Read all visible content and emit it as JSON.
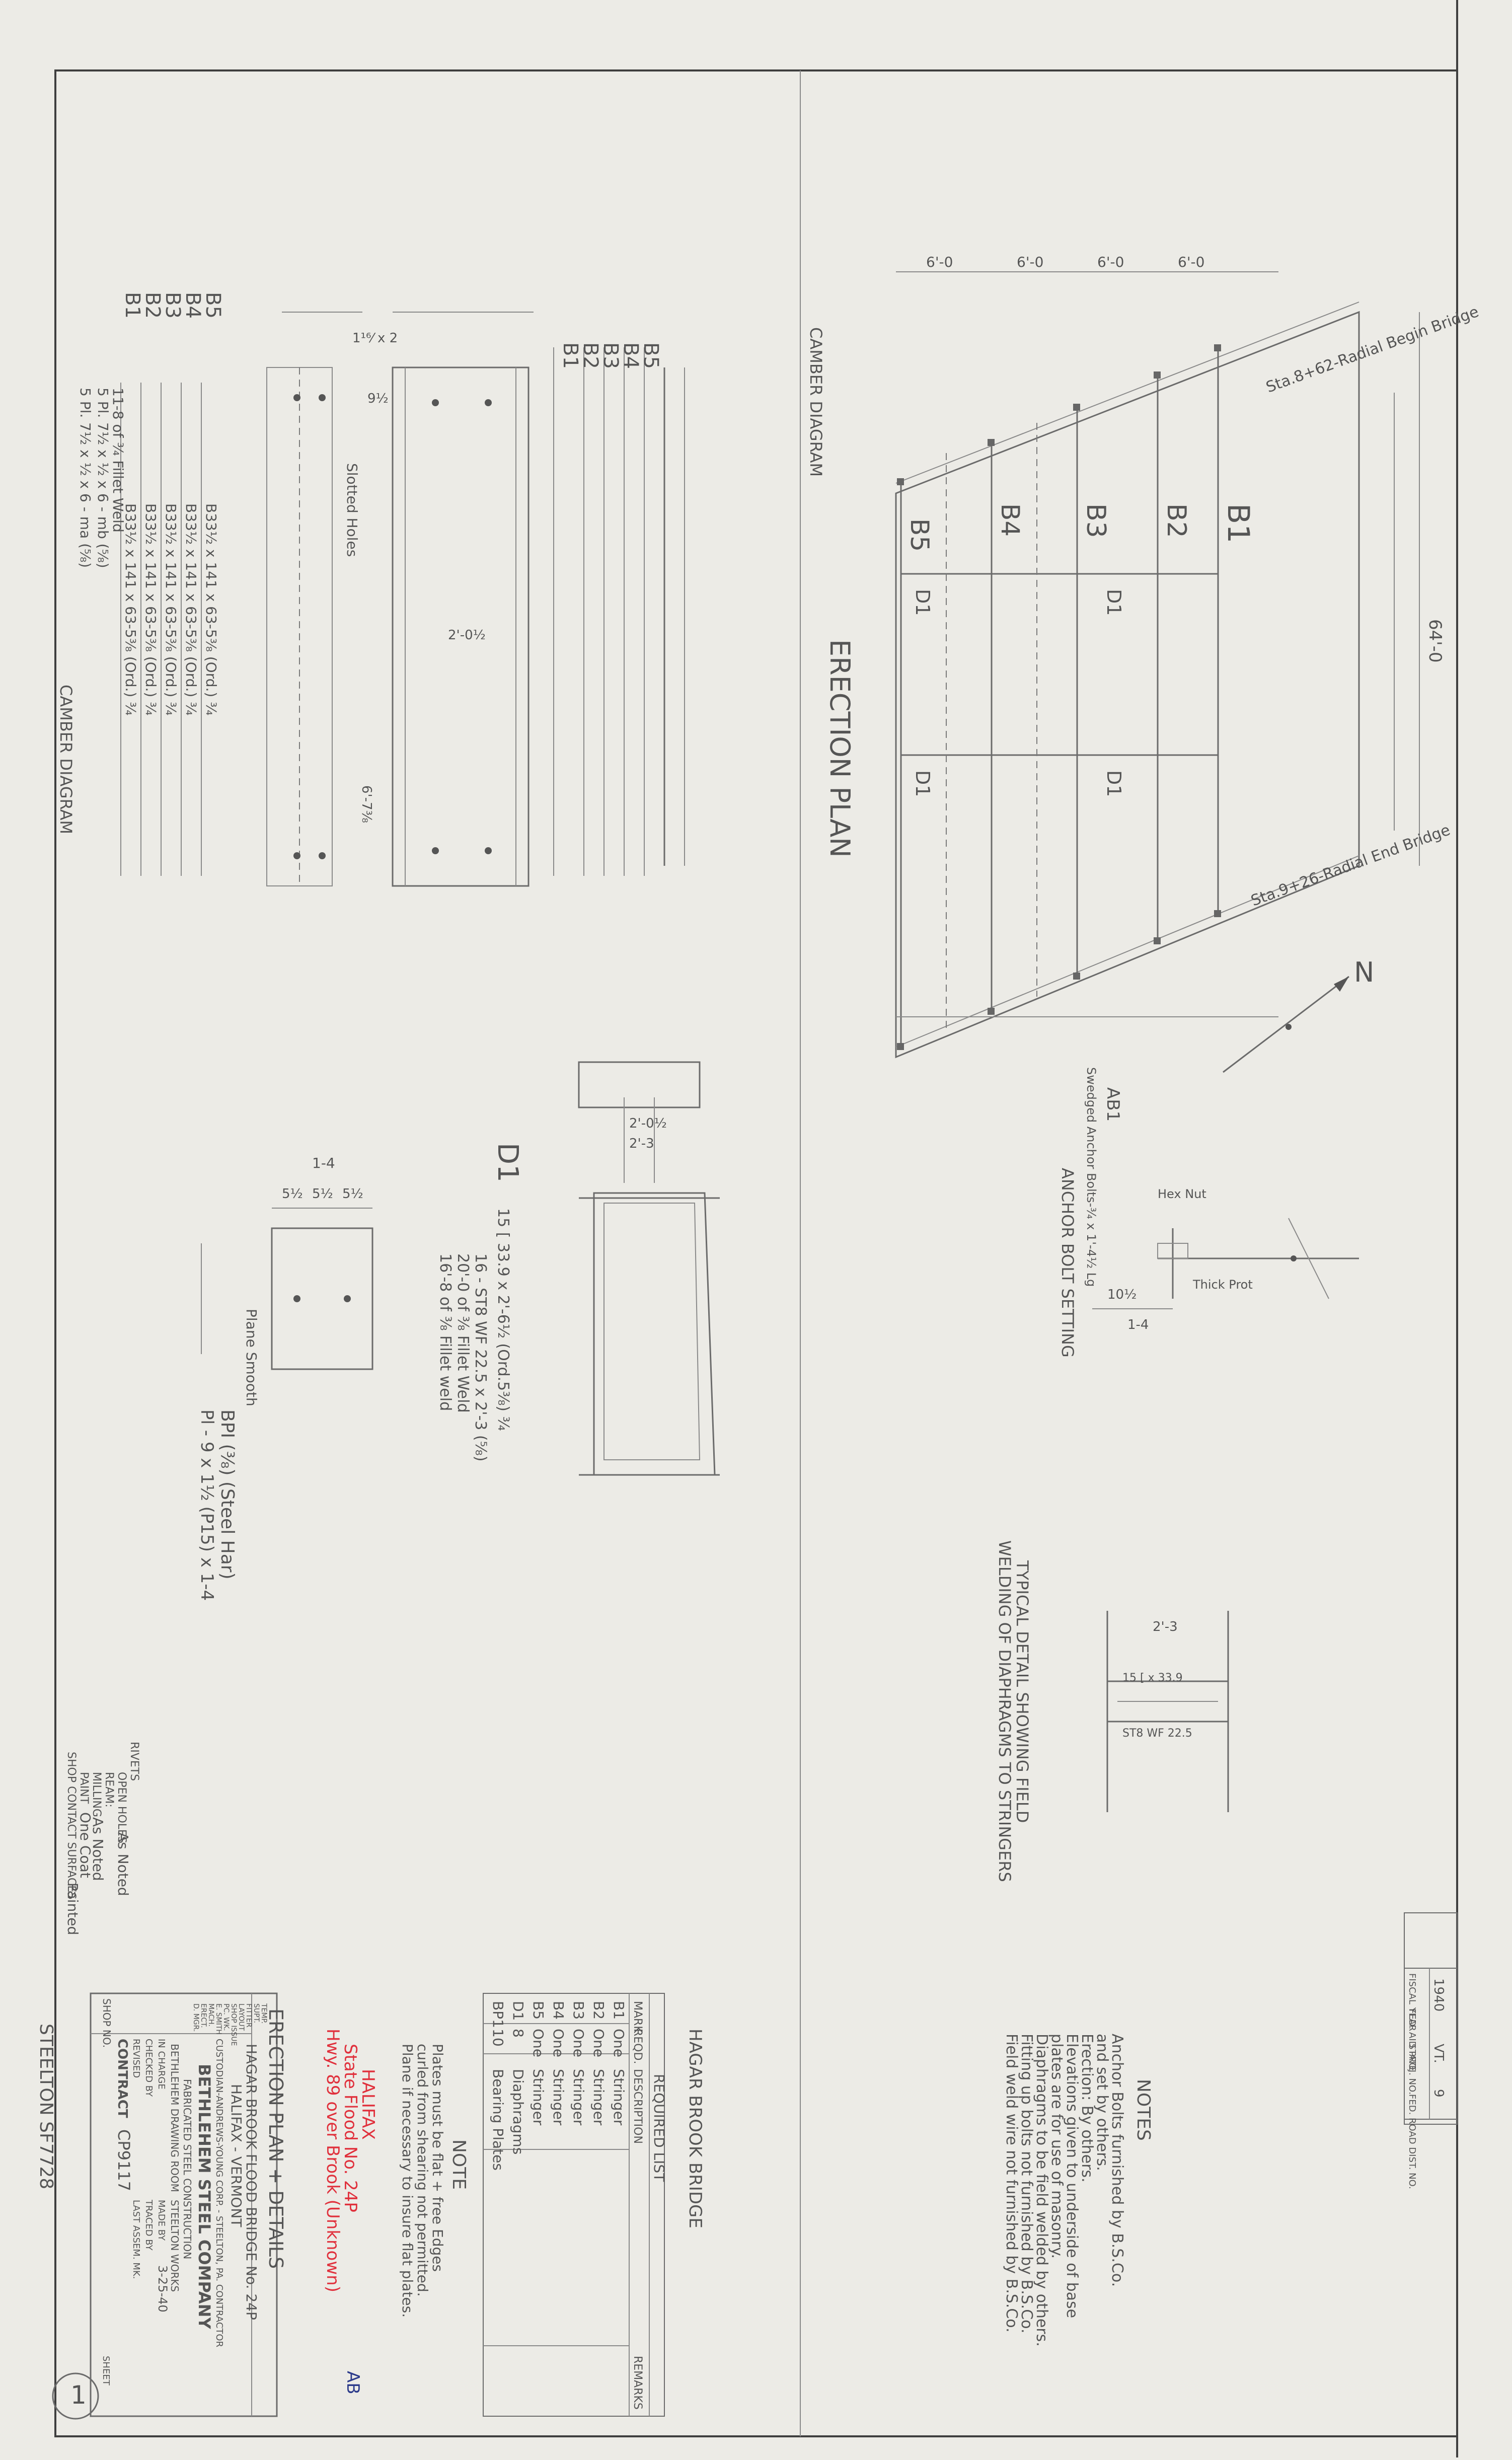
{
  "erection_plan": {
    "title": "ERECTION PLAN",
    "camber_label": "CAMBER DIAGRAM",
    "stringers": [
      "B1",
      "B2",
      "B3",
      "B4",
      "B5"
    ],
    "diaphragm": "D1",
    "begin_bridge": "Sta.8+62-Radial Begin Bridge",
    "end_bridge": "Sta.9+26-Radial End Bridge",
    "span_len": "64'-0",
    "panel_dims": [
      "6'-0",
      "6'-0",
      "6'-0",
      "6'-0"
    ],
    "north": "N"
  },
  "stringer_detail": {
    "marks": [
      "B1",
      "B2",
      "B3",
      "B4",
      "B5"
    ],
    "descriptions": [
      "B33½ x 141 x 63-5⅜ (Ord.) ¾",
      "B33½ x 141 x 63-5⅜ (Ord.) ¾",
      "B33½ x 141 x 63-5⅜ (Ord.) ¾",
      "B33½ x 141 x 63-5⅜ (Ord.) ¾",
      "B33½ x 141 x 63-5⅜ (Ord.) ¾"
    ],
    "weld_notes": [
      "5 Pl. 7½ x ½ x 6 - ma (⅝)",
      "5 Pl. 7½ x ½ x 6 - mb (⅝)",
      "11-8 of ¾ Fillet Weld"
    ],
    "camber_label": "CAMBER DIAGRAM",
    "slotted_holes": "Slotted Holes",
    "callouts": [
      "1¹⁶⁄ x 2",
      "2'-0½",
      "6'-7⅜",
      "9½"
    ]
  },
  "diaphragm_detail": {
    "mark": "D1",
    "spec_1": "15 [ 33.9 x 2'-6½ (Ord.5⅜) ¾",
    "spec_2": "16 - ST8 WF 22.5 x 2'-3 (⅝)",
    "weld_1": "20'-0 of ⅜ Fillet Weld",
    "weld_2": "16'-8 of ⅜ Fillet weld",
    "dims": [
      "2'-0½",
      "2'-3"
    ]
  },
  "bearing_plate": {
    "spec": "BPI (⅜) (Steel Har)",
    "note": "Pl - 9 x 1½ (P15) x 1-4",
    "planed": "Plane Smooth",
    "dims": [
      "1-4",
      "5½",
      "5½",
      "5½"
    ]
  },
  "anchor_bolt": {
    "title": "ANCHOR BOLT SETTING",
    "label": "AB1",
    "desc": "Swedged Anchor Bolts-¾ x 1'-4½ Lg",
    "hex_nut": "Hex Nut",
    "thick_prot": "Thick Prot",
    "dims": [
      "10½",
      "1-4"
    ]
  },
  "typical_detail": {
    "title": "TYPICAL DETAIL SHOWING FIELD",
    "subtitle": "WELDING OF DIAPHRAGMS TO STRINGERS",
    "ms": "15 [ x 33.9",
    "st": "ST8 WF 22.5",
    "dim": "2'-3"
  },
  "notes": {
    "heading": "NOTES",
    "lines": [
      "Anchor Bolts furnished by B.S.Co.",
      "and set by others.",
      "Erection: By others.",
      "Elevations given to underside of base",
      "plates are for use of masonry.",
      "Diaphragms to be field welded by others.",
      "Fitting up bolts not furnished by B.S.Co.",
      "Field weld wire not furnished by B.S.Co."
    ]
  },
  "fed_table": {
    "headers": [
      "FED. ROAD DIST. NO.",
      "STATE",
      "FED. AID PROJ. NO.",
      "FISCAL YEAR"
    ],
    "values": [
      "9",
      "VT.",
      "",
      "1940"
    ]
  },
  "shop_notes": {
    "open_holes": "OPEN HOLES",
    "open_val": "As Noted",
    "ream": "REAM:",
    "milling": "MILLING",
    "milling_val": "As Noted",
    "paint": "PAINT",
    "paint_val": "One Coat",
    "contact": "SHOP CONTACT SURFACES",
    "contact_val": "Painted",
    "rivets": "RIVETS"
  },
  "bridge_list": {
    "title": "HAGAR BROOK BRIDGE",
    "subtitle": "REQUIRED LIST",
    "columns": [
      "MARK",
      "REQD.",
      "DESCRIPTION",
      "REMARKS"
    ],
    "rows": [
      [
        "B1",
        "One",
        "Stringer",
        ""
      ],
      [
        "B2",
        "One",
        "Stringer",
        ""
      ],
      [
        "B3",
        "One",
        "Stringer",
        ""
      ],
      [
        "B4",
        "One",
        "Stringer",
        ""
      ],
      [
        "B5",
        "One",
        "Stringer",
        ""
      ],
      [
        "D1",
        "8",
        "Diaphragms",
        ""
      ],
      [
        "BP1",
        "10",
        "Bearing Plates",
        ""
      ]
    ]
  },
  "plate_note": {
    "heading": "NOTE",
    "lines": [
      "Plates must be flat + free Edges",
      "curled from shearing not permitted.",
      "Plane if necessary to insure flat plates."
    ]
  },
  "red_note": {
    "lines": [
      "HALIFAX",
      "State Flood No. 24P",
      "Hwy. 89 over Brook (Unknown)"
    ],
    "initials": "AB"
  },
  "title_block": {
    "drawing_title": "ERECTION PLAN + DETAILS",
    "bridge": "HAGAR BROOK FLOOD BRIDGE No. 24P",
    "location": "HALIFAX - VERMONT",
    "client": "CUSTODIAN-ANDREWS-YOUNG CORP. - STEELTON, PA. CONTRACTOR",
    "company": "BETHLEHEM STEEL COMPANY",
    "division": "FABRICATED STEEL CONSTRUCTION",
    "room": "BETHLEHEM DRAWING ROOM",
    "works": "STEELTON WORKS",
    "date": "3-25-40",
    "in_charge": "IN CHARGE",
    "checked": "CHECKED BY",
    "made": "MADE BY",
    "traced": "TRACED BY",
    "revised": "REVISED",
    "contract": "CONTRACT",
    "contract_no": "CP9117",
    "shop_no": "SHOP NO.",
    "sheet_label": "SHEET",
    "sheet_no": "1",
    "last_assem": "LAST ASSEM. MK.",
    "stamp": "STEELTON SF7728",
    "routing": [
      "TEMP.",
      "SUPT.",
      "FITTER",
      "LAYOUT",
      "SHOP ISSUE",
      "PC. WK.",
      "E. SMITH",
      "MACH.",
      "ERECT.",
      "D. MGR."
    ]
  }
}
